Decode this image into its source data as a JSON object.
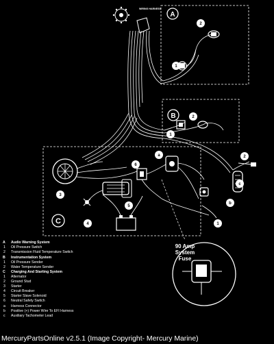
{
  "diagram": {
    "harness_label": "WIRING HARNESS",
    "fuse_label_lines": [
      "90 Amp",
      "System",
      "Fuse"
    ],
    "section_badges": [
      "A",
      "B",
      "C"
    ],
    "callouts": [
      "1",
      "2",
      "1",
      "2",
      "3",
      "4",
      "5",
      "6",
      "a",
      "b",
      "c",
      "1",
      "2"
    ]
  },
  "legend": {
    "sections": [
      {
        "key": "A",
        "title": "Audio Warning System",
        "items": [
          {
            "key": "1",
            "text": "Oil Pressure Switch"
          },
          {
            "key": "2",
            "text": "Transmission Fluid Temperature Switch"
          }
        ]
      },
      {
        "key": "B",
        "title": "Instrumentation System",
        "items": [
          {
            "key": "1",
            "text": "Oil Pressure Sender"
          },
          {
            "key": "2",
            "text": "Water Temperature Sender"
          }
        ]
      },
      {
        "key": "C",
        "title": "Charging And Starting System",
        "items": [
          {
            "key": "1",
            "text": "Alternator"
          },
          {
            "key": "2",
            "text": "Ground Stud"
          },
          {
            "key": "3",
            "text": "Starter"
          },
          {
            "key": "4",
            "text": "Circuit Breaker"
          },
          {
            "key": "5",
            "text": "Starter Slave Solenoid"
          },
          {
            "key": "6",
            "text": "Neutral Safety Switch"
          }
        ]
      },
      {
        "key": "",
        "title": "",
        "items": [
          {
            "key": "a",
            "text": "Harness Connector"
          },
          {
            "key": "b",
            "text": "Positive (+) Power Wire To EFI Harness"
          },
          {
            "key": "c",
            "text": "Auxiliary Tachometer Lead"
          }
        ]
      }
    ]
  },
  "caption": "MercuryPartsOnline v2.5.1 (Image Copyright- Mercury Marine)"
}
